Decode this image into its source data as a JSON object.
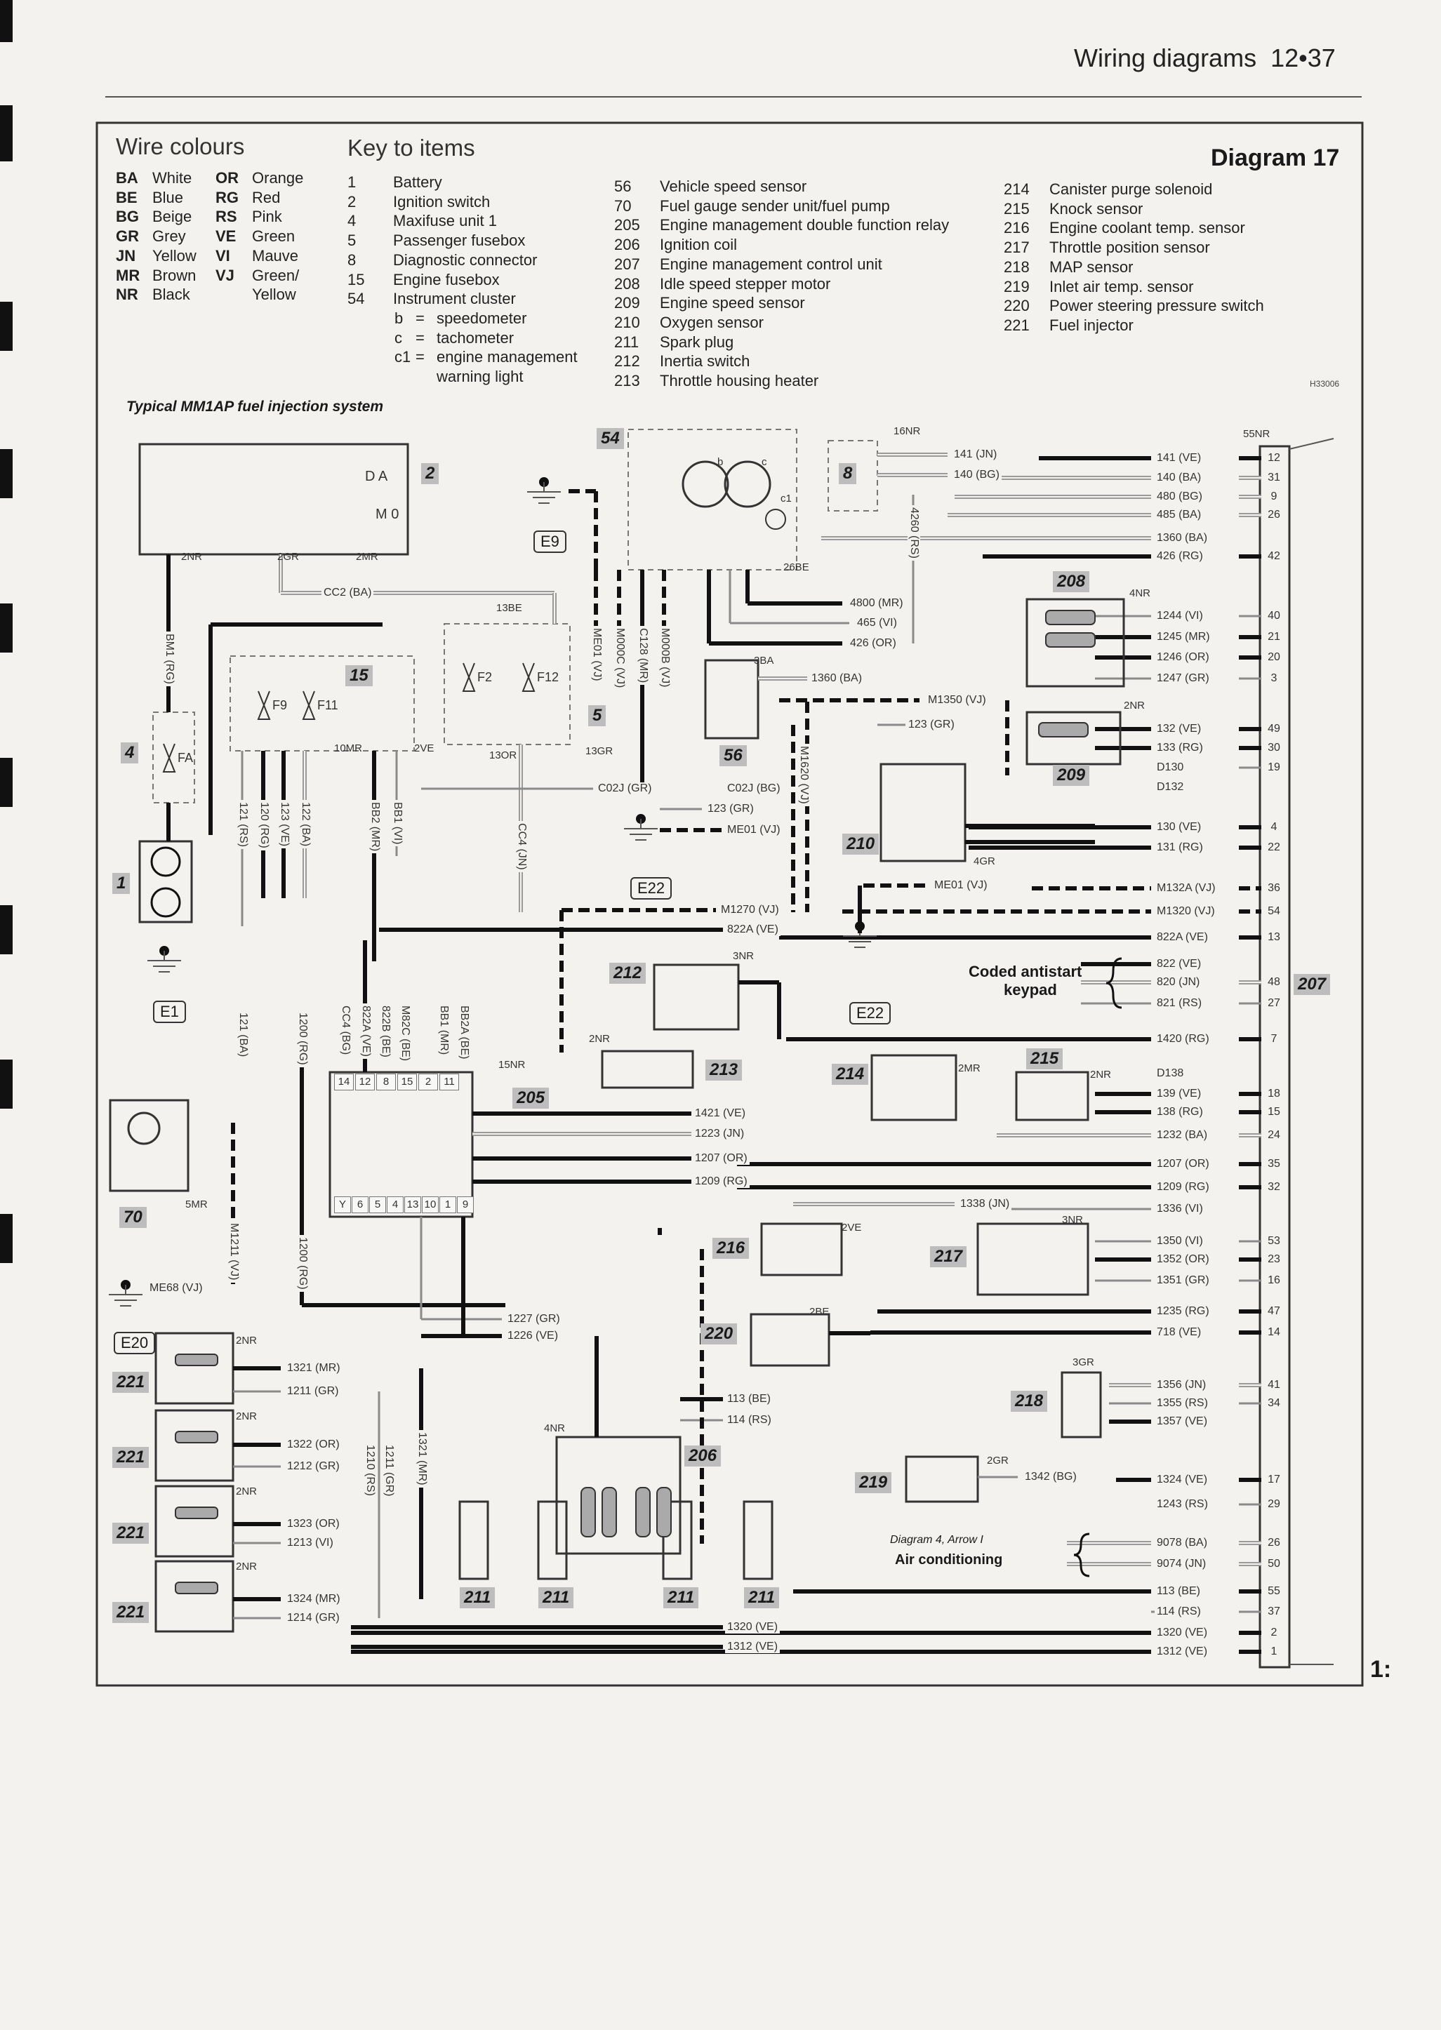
{
  "header": {
    "section": "Wiring diagrams",
    "page": "12•37"
  },
  "wire_colours": {
    "title": "Wire colours",
    "entries": [
      {
        "code": "BA",
        "name": "White"
      },
      {
        "code": "BE",
        "name": "Blue"
      },
      {
        "code": "BG",
        "name": "Beige"
      },
      {
        "code": "GR",
        "name": "Grey"
      },
      {
        "code": "JN",
        "name": "Yellow"
      },
      {
        "code": "MR",
        "name": "Brown"
      },
      {
        "code": "NR",
        "name": "Black"
      },
      {
        "code": "OR",
        "name": "Orange"
      },
      {
        "code": "RG",
        "name": "Red"
      },
      {
        "code": "RS",
        "name": "Pink"
      },
      {
        "code": "VE",
        "name": "Green"
      },
      {
        "code": "VI",
        "name": "Mauve"
      },
      {
        "code": "VJ",
        "name": "Green/"
      },
      {
        "code": "",
        "name": "Yellow"
      }
    ]
  },
  "key": {
    "title": "Key to items",
    "items": [
      {
        "num": "1",
        "desc": "Battery"
      },
      {
        "num": "2",
        "desc": "Ignition switch"
      },
      {
        "num": "4",
        "desc": "Maxifuse unit 1"
      },
      {
        "num": "5",
        "desc": "Passenger fusebox"
      },
      {
        "num": "8",
        "desc": "Diagnostic connector"
      },
      {
        "num": "15",
        "desc": "Engine fusebox"
      },
      {
        "num": "54",
        "desc": "Instrument cluster"
      },
      {
        "num": "56",
        "desc": "Vehicle speed sensor"
      },
      {
        "num": "70",
        "desc": "Fuel gauge sender unit/fuel pump"
      },
      {
        "num": "205",
        "desc": "Engine management double function relay"
      },
      {
        "num": "206",
        "desc": "Ignition coil"
      },
      {
        "num": "207",
        "desc": "Engine management control unit"
      },
      {
        "num": "208",
        "desc": "Idle speed stepper motor"
      },
      {
        "num": "209",
        "desc": "Engine speed sensor"
      },
      {
        "num": "210",
        "desc": "Oxygen sensor"
      },
      {
        "num": "211",
        "desc": "Spark plug"
      },
      {
        "num": "212",
        "desc": "Inertia switch"
      },
      {
        "num": "213",
        "desc": "Throttle housing heater"
      },
      {
        "num": "214",
        "desc": "Canister purge solenoid"
      },
      {
        "num": "215",
        "desc": "Knock sensor"
      },
      {
        "num": "216",
        "desc": "Engine coolant temp. sensor"
      },
      {
        "num": "217",
        "desc": "Throttle position sensor"
      },
      {
        "num": "218",
        "desc": "MAP sensor"
      },
      {
        "num": "219",
        "desc": "Inlet air temp. sensor"
      },
      {
        "num": "220",
        "desc": "Power steering pressure switch"
      },
      {
        "num": "221",
        "desc": "Fuel injector"
      }
    ],
    "sub_items": [
      {
        "code": "b",
        "eq": "=",
        "desc": "speedometer"
      },
      {
        "code": "c",
        "eq": "=",
        "desc": "tachometer"
      },
      {
        "code": "c1",
        "eq": "=",
        "desc": "engine management"
      },
      {
        "code": "",
        "eq": "",
        "desc": "warning light"
      }
    ]
  },
  "diagram": {
    "title": "Diagram 17",
    "subtitle": "Typical MM1AP fuel injection system",
    "ref": "H33006",
    "margin_mark": "1:",
    "components": [
      {
        "id": "2"
      },
      {
        "id": "54"
      },
      {
        "id": "8"
      },
      {
        "id": "15"
      },
      {
        "id": "5"
      },
      {
        "id": "4"
      },
      {
        "id": "1"
      },
      {
        "id": "56"
      },
      {
        "id": "208"
      },
      {
        "id": "209"
      },
      {
        "id": "210"
      },
      {
        "id": "212"
      },
      {
        "id": "213"
      },
      {
        "id": "214"
      },
      {
        "id": "215"
      },
      {
        "id": "205"
      },
      {
        "id": "70"
      },
      {
        "id": "216"
      },
      {
        "id": "217"
      },
      {
        "id": "220"
      },
      {
        "id": "218"
      },
      {
        "id": "219"
      },
      {
        "id": "206"
      },
      {
        "id": "211"
      },
      {
        "id": "211"
      },
      {
        "id": "211"
      },
      {
        "id": "211"
      },
      {
        "id": "221"
      },
      {
        "id": "221"
      },
      {
        "id": "221"
      },
      {
        "id": "221"
      }
    ],
    "grounds": [
      "E9",
      "E1",
      "E22",
      "E22",
      "E20"
    ],
    "fuses": [
      "FA",
      "F9",
      "F11",
      "F2",
      "F12"
    ],
    "ignition_positions": [
      "D A",
      "M 0"
    ],
    "cluster_parts": [
      "b",
      "c",
      "c1"
    ],
    "ecu": {
      "label": "207",
      "connector": "55NR",
      "rows": [
        {
          "wire": "141 (VE)",
          "pin": "12"
        },
        {
          "wire": "140 (BA)",
          "pin": "31"
        },
        {
          "wire": "480 (BG)",
          "pin": "9"
        },
        {
          "wire": "485 (BA)",
          "pin": "26"
        },
        {
          "wire": "1360 (BA)",
          "pin": ""
        },
        {
          "wire": "426 (RG)",
          "pin": "42"
        },
        {
          "wire": "1244 (VI)",
          "pin": "40"
        },
        {
          "wire": "1245 (MR)",
          "pin": "21"
        },
        {
          "wire": "1246 (OR)",
          "pin": "20"
        },
        {
          "wire": "1247 (GR)",
          "pin": "3"
        },
        {
          "wire": "132 (VE)",
          "pin": "49"
        },
        {
          "wire": "133 (RG)",
          "pin": "30"
        },
        {
          "wire": "D130",
          "pin": "19"
        },
        {
          "wire": "D132",
          "pin": ""
        },
        {
          "wire": "130 (VE)",
          "pin": "4"
        },
        {
          "wire": "131 (RG)",
          "pin": "22"
        },
        {
          "wire": "M132A (VJ)",
          "pin": "36"
        },
        {
          "wire": "M1320 (VJ)",
          "pin": "54"
        },
        {
          "wire": "822A (VE)",
          "pin": "13"
        },
        {
          "wire": "822 (VE)",
          "pin": ""
        },
        {
          "wire": "820 (JN)",
          "pin": "48"
        },
        {
          "wire": "821 (RS)",
          "pin": "27"
        },
        {
          "wire": "1420 (RG)",
          "pin": "7"
        },
        {
          "wire": "D138",
          "pin": ""
        },
        {
          "wire": "139 (VE)",
          "pin": "18"
        },
        {
          "wire": "138 (RG)",
          "pin": "15"
        },
        {
          "wire": "1232 (BA)",
          "pin": "24"
        },
        {
          "wire": "1207 (OR)",
          "pin": "35"
        },
        {
          "wire": "1209 (RG)",
          "pin": "32"
        },
        {
          "wire": "1336 (VI)",
          "pin": ""
        },
        {
          "wire": "1350 (VI)",
          "pin": "53"
        },
        {
          "wire": "1352 (OR)",
          "pin": "23"
        },
        {
          "wire": "1351 (GR)",
          "pin": "16"
        },
        {
          "wire": "1235 (RG)",
          "pin": "47"
        },
        {
          "wire": "718 (VE)",
          "pin": "14"
        },
        {
          "wire": "1356 (JN)",
          "pin": "41"
        },
        {
          "wire": "1355 (RS)",
          "pin": "34"
        },
        {
          "wire": "1357 (VE)",
          "pin": ""
        },
        {
          "wire": "1324 (VE)",
          "pin": "17"
        },
        {
          "wire": "1243 (RS)",
          "pin": "29"
        },
        {
          "wire": "9078 (BA)",
          "pin": "26"
        },
        {
          "wire": "9074 (JN)",
          "pin": "50"
        },
        {
          "wire": "113 (BE)",
          "pin": "55"
        },
        {
          "wire": "114 (RS)",
          "pin": "37"
        },
        {
          "wire": "1320 (VE)",
          "pin": "2"
        },
        {
          "wire": "1312 (VE)",
          "pin": "1"
        }
      ]
    },
    "antistart": {
      "line1": "Coded antistart",
      "line2": "keypad"
    },
    "air_conditioning": {
      "ref": "Diagram 4, Arrow I",
      "label": "Air conditioning"
    },
    "wires": [
      "CC2 (BA)",
      "BM1 (RG)",
      "121 (RS)",
      "120 (RG)",
      "123 (VE)",
      "122 (BA)",
      "BB2 (MR)",
      "BB1 (VI)",
      "CC4 (JN)",
      "ME01 (VJ)",
      "M000C (VJ)",
      "C128 (MR)",
      "M000B (VJ)",
      "4800 (MR)",
      "465 (VI)",
      "426 (OR)",
      "4260 (RS)",
      "141 (JN)",
      "140 (BG)",
      "1360 (BA)",
      "M1350 (VJ)",
      "123 (GR)",
      "M1620 (VJ)",
      "C02J (GR)",
      "C02J (BG)",
      "123 (GR)",
      "ME01 (VJ)",
      "ME01 (VJ)",
      "M1270 (VJ)",
      "822A (VE)",
      "121 (BA)",
      "1200 (RG)",
      "CC4 (BG)",
      "822A (VE)",
      "822B (BE)",
      "M82C (BE)",
      "BB1 (MR)",
      "BB2A (BE)",
      "1421 (VE)",
      "1223 (JN)",
      "1207 (OR)",
      "1209 (RG)",
      "1338 (JN)",
      "M1211 (VJ)",
      "1200 (RG)",
      "1227 (GR)",
      "1226 (VE)",
      "113 (BE)",
      "114 (RS)",
      "1342 (BG)",
      "1321 (MR)",
      "1211 (GR)",
      "1322 (OR)",
      "1212 (GR)",
      "1323 (OR)",
      "1213 (VI)",
      "1324 (MR)",
      "1214 (GR)",
      "1210 (RS)",
      "1211 (GR)",
      "1321 (MR)",
      "1320 (VE)",
      "1312 (VE)",
      "ME68 (VJ)"
    ],
    "connectors": [
      "16NR",
      "26BE",
      "13BE",
      "13OR",
      "13GR",
      "10MR",
      "2VE",
      "2NR",
      "2GR",
      "2MR",
      "3BA",
      "4NR",
      "2NR",
      "4GR",
      "3NR",
      "2NR",
      "2MR",
      "2NR",
      "15NR",
      "5MR",
      "2VE",
      "3NR",
      "2BE",
      "3GR",
      "2GR",
      "4NR",
      "2NR",
      "2NR",
      "2NR",
      "2NR"
    ],
    "relay_pins_top": [
      "14",
      "12",
      "8",
      "15",
      "2",
      "11"
    ],
    "relay_pins_bottom": [
      "Y",
      "6",
      "5",
      "4",
      "13",
      "10",
      "1",
      "9"
    ]
  },
  "colors": {
    "paper": "#f3f2ee",
    "ink": "#1a1a1a",
    "badge": "#bdbdbd",
    "wire_light": "#9a9a9a"
  }
}
